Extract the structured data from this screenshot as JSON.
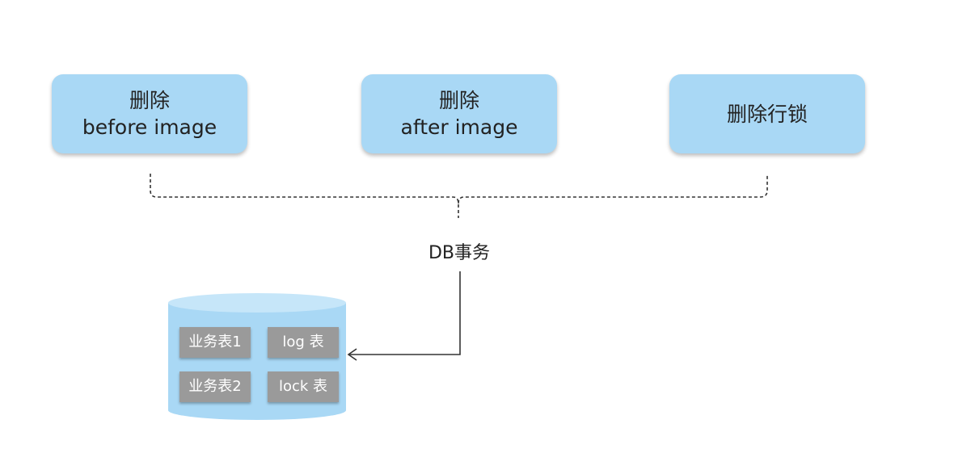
{
  "steps": [
    {
      "line1": "删除",
      "line2": "before image"
    },
    {
      "line1": "删除",
      "line2": "after image"
    },
    {
      "line1": "删除行锁",
      "line2": ""
    }
  ],
  "transaction_label": "DB事务",
  "database": {
    "tables": {
      "business_1": "业务表1",
      "log": "log 表",
      "business_2": "业务表2",
      "lock": "lock 表"
    }
  },
  "colors": {
    "step_fill": "#a9d8f5",
    "database_fill": "#a9d8f5",
    "table_chip_fill": "#9a9a9a",
    "connector": "#333333"
  }
}
